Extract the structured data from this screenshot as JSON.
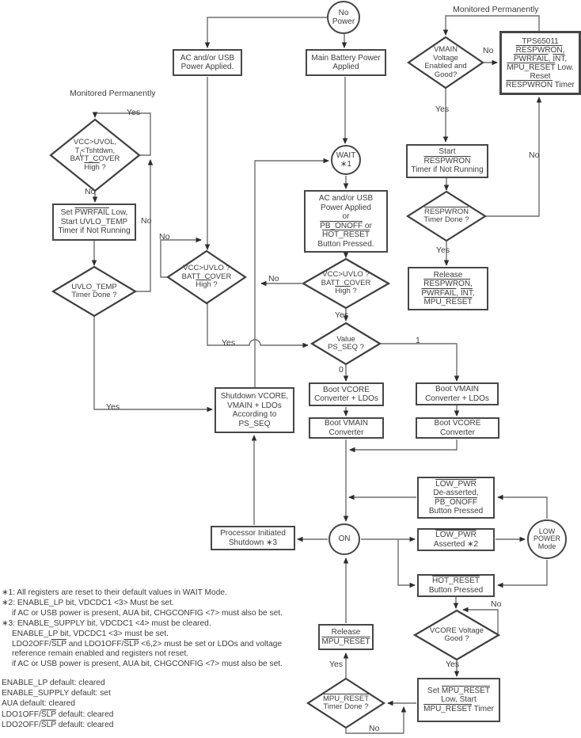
{
  "nodes": {
    "no_power": "No\nPower",
    "ac_usb": "AC and/or USB\nPower Applied.",
    "main_battery": "Main Battery Power\nApplied",
    "tps_reset": "TPS65011\n~RESPWRON~,\n~PWRFAIL~, ~INT~,\n~MPU_RESET~ Low.\nReset\n~RESPWRON~ Timer",
    "d_vmain": "VMAIN\nVoltage\nEnabled and\nGood?",
    "d_uvol": "VCC>UVOL,\nT{j}<Tshtdwn,\nBATT_COVER\n~High~ ?",
    "set_pwrfail": "Set ~PWRFAIL~ Low,\nStart UVLO_TEMP\nTimer if Not Running",
    "d_uvlo_timer": "UVLO_TEMP\nTimer Done ?",
    "wait": "WAIT\n∗1",
    "acusb_pbonoff": "AC and/or USB\nPower Applied\nor\n~PB_ONOFF~ or\n~HOT_RESET~\nButton Pressed.",
    "d_vcc_batt1": "VCC>UVLO ?\nBATT_COVER\n~High~ ?",
    "d_vcc_batt2": "VCC>UVLO ?\nBATT_COVER\n~High~ ?",
    "start_respwron": "Start\n~RESPWRON~\nTimer if Not Running",
    "d_respwron_timer": "~RESPWRON~\nTimer Done ?",
    "release_respwron": "Release\n~RESPWRON~,\n~PWRFAIL~, ~INT~,\n~MPU_RESET~",
    "d_psseq": "Value\nPS_SEQ ?",
    "shutdown": "Shutdown VCORE,\nVMAIN + LDOs\nAccording to\nPS_SEQ",
    "boot_vcore_ldos": "Boot VCORE\nConverter + LDOs",
    "boot_vmain_ldos": "Boot VMAIN\nConverter + LDOs",
    "boot_vmain": "Boot VMAIN\nConverter",
    "boot_vcore": "Boot VCORE\nConverter",
    "lowpwr_deassert": "~LOW_PWR~\nDe-asserted,\n~PB_ONOFF~\nButton Pressed",
    "on": "ON",
    "lowpwr_assert": "~LOW_PWR~\nAsserted ∗2",
    "low_power_mode": "LOW\nPOWER\nMode",
    "hot_reset": "~HOT_RESET~\nButton Pressed",
    "processor_shutdown": "Processor Initiated\nShutdown ∗3",
    "d_vcore_good": "VCORE Voltage\nGood ?",
    "set_mpu": "Set ~MPU_RESET~\nLow, Start\n~MPU_RESET~ Timer",
    "d_mpu_timer": "~MPU_RESET~\nTimer Done ?",
    "release_mpu": "Release\n~MPU_RESET~"
  },
  "labels": {
    "yes": "Yes",
    "no": "No",
    "zero": "0",
    "one": "1",
    "monitored": "Monitored Permanently"
  },
  "footnotes": [
    "∗1: All registers are reset to their default values in WAIT Mode.",
    "∗2: ENABLE_LP bit, VDCDC1 <3> Must be set.",
    "if AC or USB power is present, AUA bit, CHGCONFIG <7> must also be set.",
    "∗3: ENABLE_SUPPLY bit, VDCDC1 <4> must be cleared.",
    "ENABLE_LP bit, VDCDC1 <3> must be set.",
    "LDO2OFF/~SLP~ and LDO1OFF/~SLP~ <6,2> must be set or LDOs and voltage",
    "reference remain enabled and registers not reset.",
    "if AC or USB power is present, AUA bit, CHGCONFIG <7> must also be set."
  ],
  "defaults": [
    "ENABLE_LP default: cleared",
    "ENABLE_SUPPLY default: set",
    "AUA default: cleared",
    "LDO1OFF/~SLP~ default: cleared",
    "LDO2OFF/~SLP~ default: cleared"
  ]
}
